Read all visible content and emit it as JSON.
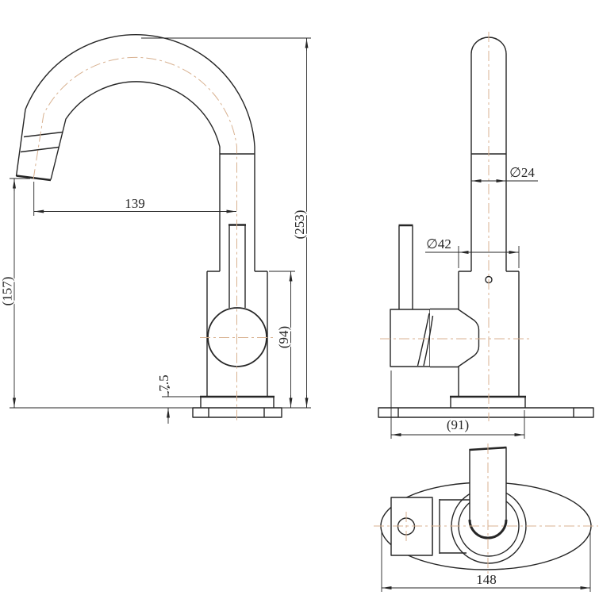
{
  "colors": {
    "background": "#ffffff",
    "line": "#262626",
    "centerline": "#d8b190"
  },
  "front_view": {
    "dim_spout_reach": "139",
    "dim_overall_height": "(253)",
    "dim_spout_tip_height": "(157)",
    "dim_body_height": "(94)",
    "dim_flange_thickness": "7.5"
  },
  "side_view": {
    "dim_spout_diameter": "∅24",
    "dim_body_diameter": "∅42",
    "dim_base_depth": "(91)"
  },
  "top_view": {
    "dim_base_length": "148"
  }
}
